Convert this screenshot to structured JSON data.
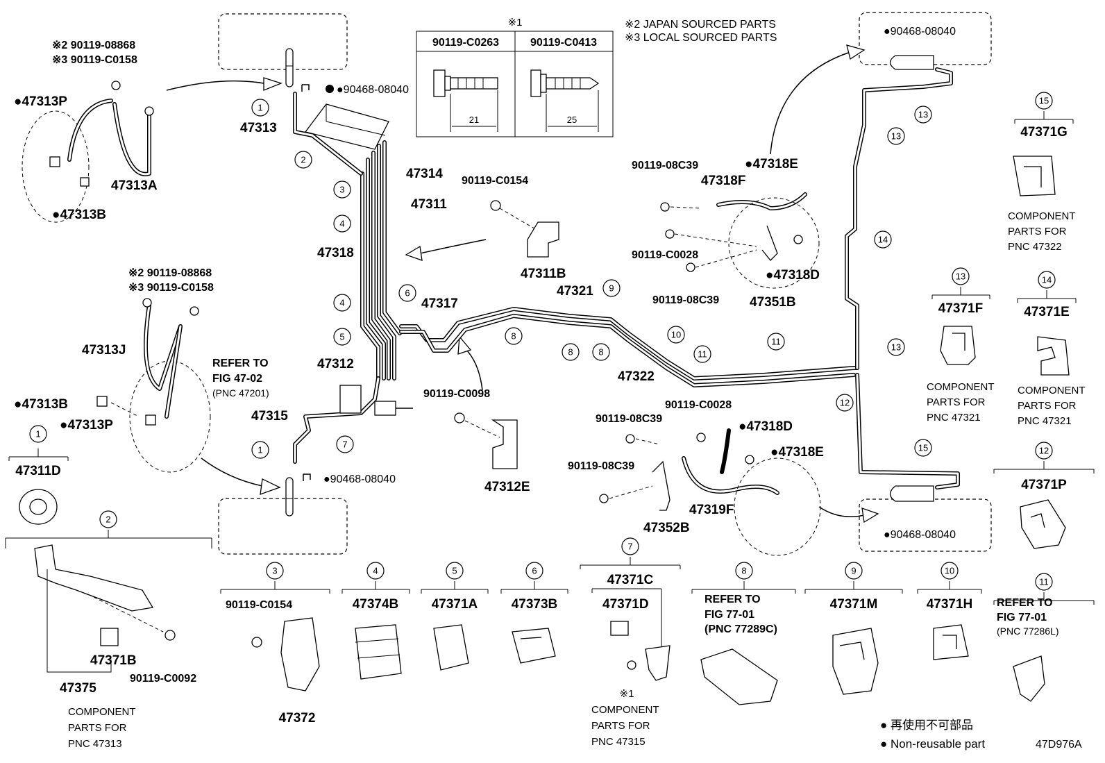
{
  "notes": {
    "japan": "※2 JAPAN SOURCED PARTS",
    "local": "※3 LOCAL SOURCED PARTS",
    "nonreusable_jp": "● 再使用不可部品",
    "nonreusable_en": "● Non-reusable part",
    "figure_id": "47D976A"
  },
  "bolt_table": {
    "title": "※1",
    "col1": "90119-C0263",
    "col2": "90119-C0413",
    "len1": "21",
    "len2": "25"
  },
  "callouts": [
    "1",
    "2",
    "3",
    "4",
    "5",
    "6",
    "7",
    "8",
    "9",
    "10",
    "11",
    "12",
    "13",
    "14",
    "15"
  ],
  "labels": {
    "hose_top_j2": "※2 90119-08868",
    "hose_top_j3": "※3 90119-C0158",
    "p47313P_top": "●47313P",
    "p47313A": "47313A",
    "p47313B_top": "●47313B",
    "hose_mid_j2": "※2 90119-08868",
    "hose_mid_j3": "※3 90119-C0158",
    "p47313J": "47313J",
    "p47313B_mid": "●47313B",
    "p47313P_mid": "●47313P",
    "p47313": "47313",
    "p47314": "47314",
    "p47311": "47311",
    "p47318": "47318",
    "p47312": "47312",
    "p47315": "47315",
    "p47317": "47317",
    "clip_top": "●90468-08040",
    "clip_mid": "●90468-08040",
    "clip_right_top": "●90468-08040",
    "clip_right_bot": "●90468-08040",
    "ref_fig_47": [
      "REFER TO",
      "FIG 47-02",
      "(PNC 47201)"
    ],
    "b90119_C0154_top": "90119-C0154",
    "p47311B": "47311B",
    "b90119_C0098": "90119-C0098",
    "p47312E": "47312E",
    "p47321": "47321",
    "p47322": "47322",
    "b90119_08C39_a": "90119-08C39",
    "p47318F": "47318F",
    "p47318E_top": "●47318E",
    "b90119_C0028_a": "90119-C0028",
    "b90119_08C39_b": "90119-08C39",
    "p47318D_top": "●47318D",
    "p47351B": "47351B",
    "b90119_C0028_b": "90119-C0028",
    "b90119_08C39_c": "90119-08C39",
    "p47318D_bot": "●47318D",
    "p47318E_bot": "●47318E",
    "b90119_08C39_d": "90119-08C39",
    "p47319F": "47319F",
    "p47352B": "47352B"
  },
  "legend": {
    "c1": {
      "num": "1",
      "part": "47311D"
    },
    "c2": {
      "num": "2",
      "parts": [
        "47371B",
        "90119-C0092",
        "47375"
      ],
      "note": [
        "COMPONENT",
        "PARTS FOR",
        "PNC 47313"
      ]
    },
    "c3": {
      "num": "3",
      "parts": [
        "90119-C0154",
        "47372"
      ]
    },
    "c4": {
      "num": "4",
      "part": "47374B"
    },
    "c5": {
      "num": "5",
      "part": "47371A"
    },
    "c6": {
      "num": "6",
      "part": "47373B"
    },
    "c7": {
      "num": "7",
      "parts": [
        "47371C",
        "47371D"
      ],
      "mark": "※1",
      "note": [
        "COMPONENT",
        "PARTS FOR",
        "PNC 47315"
      ]
    },
    "c8": {
      "num": "8",
      "note": [
        "REFER TO",
        "FIG 77-01",
        "(PNC 77289C)"
      ]
    },
    "c9": {
      "num": "9",
      "part": "47371M"
    },
    "c10": {
      "num": "10",
      "part": "47371H"
    },
    "c11": {
      "num": "11",
      "note": [
        "REFER TO",
        "FIG 77-01",
        "(PNC 77286L)"
      ]
    },
    "c12": {
      "num": "12",
      "part": "47371P"
    },
    "c13": {
      "num": "13",
      "part": "47371F",
      "note": [
        "COMPONENT",
        "PARTS FOR",
        "PNC 47321"
      ]
    },
    "c14": {
      "num": "14",
      "part": "47371E",
      "note": [
        "COMPONENT",
        "PARTS FOR",
        "PNC 47321"
      ]
    },
    "c15": {
      "num": "15",
      "part": "47371G",
      "note": [
        "COMPONENT",
        "PARTS FOR",
        "PNC 47322"
      ]
    }
  }
}
